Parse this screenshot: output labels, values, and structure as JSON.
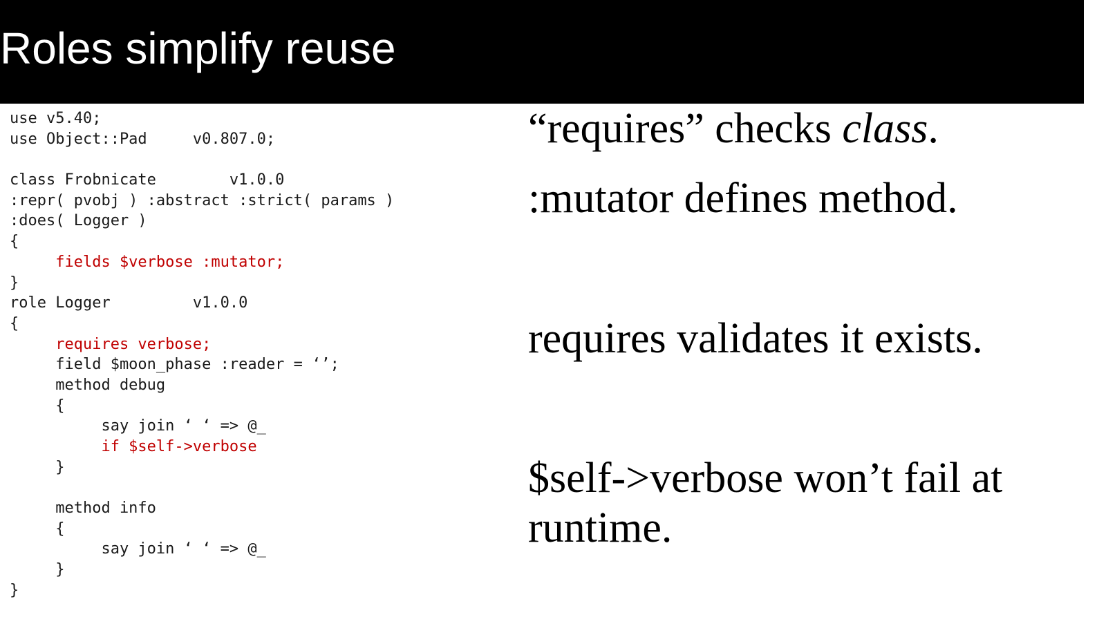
{
  "title": "Roles simplify reuse",
  "code_lines": [
    {
      "text": "use v5.40;",
      "highlight": false
    },
    {
      "text": "use Object::Pad     v0.807.0;",
      "highlight": false
    },
    {
      "text": "",
      "highlight": false
    },
    {
      "text": "class Frobnicate        v1.0.0",
      "highlight": false
    },
    {
      "text": ":repr( pvobj ) :abstract :strict( params )",
      "highlight": false
    },
    {
      "text": ":does( Logger )",
      "highlight": false
    },
    {
      "text": "{",
      "highlight": false
    },
    {
      "text": "     fields $verbose :mutator;",
      "highlight": true
    },
    {
      "text": "}",
      "highlight": false
    },
    {
      "text": "role Logger         v1.0.0",
      "highlight": false
    },
    {
      "text": "{",
      "highlight": false
    },
    {
      "text": "     requires verbose;",
      "highlight": true
    },
    {
      "text": "     field $moon_phase :reader = ‘’;",
      "highlight": false
    },
    {
      "text": "     method debug",
      "highlight": false
    },
    {
      "text": "     {",
      "highlight": false
    },
    {
      "text": "          say join ‘ ‘ => @_",
      "highlight": false
    },
    {
      "text": "          if $self->verbose",
      "highlight": true
    },
    {
      "text": "     }",
      "highlight": false
    },
    {
      "text": "",
      "highlight": false
    },
    {
      "text": "     method info",
      "highlight": false
    },
    {
      "text": "     {",
      "highlight": false
    },
    {
      "text": "          say join ‘ ‘ => @_",
      "highlight": false
    },
    {
      "text": "     }",
      "highlight": false
    },
    {
      "text": "}",
      "highlight": false
    }
  ],
  "notes": {
    "n1_pre": "“requires” checks ",
    "n1_em": "class",
    "n1_post": ".",
    "n2": ":mutator defines method.",
    "n3": "requires validates it exists.",
    "n4_line1": "$self->verbose won’t fail at",
    "n4_line2": "runtime."
  },
  "colors": {
    "header_bg": "#000000",
    "title_text": "#ffffff",
    "code_text": "#1a1a1a",
    "code_highlight": "#c00000"
  }
}
